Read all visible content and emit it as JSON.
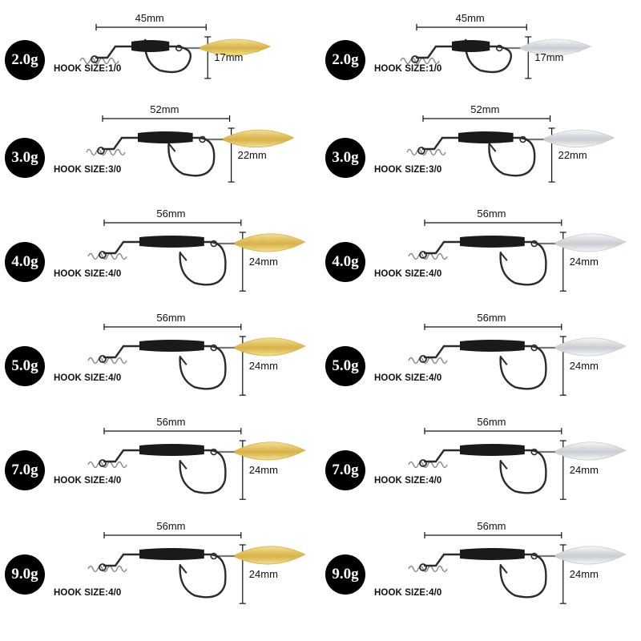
{
  "colors": {
    "gold": "#d8b24a",
    "gold_light": "#f3df94",
    "silver": "#c9ccd1",
    "silver_light": "#f6f7f9",
    "hook": "#2b2b2b",
    "weight": "#1a1a1a",
    "badge": "#000000"
  },
  "columns": [
    {
      "blade_finish": "gold"
    },
    {
      "blade_finish": "silver"
    }
  ],
  "rows": [
    {
      "weight": "2.0g",
      "hook_size": "HOOK SIZE:1/0",
      "length": "45mm",
      "height": "17mm",
      "length_mm": 45,
      "height_mm": 17
    },
    {
      "weight": "3.0g",
      "hook_size": "HOOK SIZE:3/0",
      "length": "52mm",
      "height": "22mm",
      "length_mm": 52,
      "height_mm": 22
    },
    {
      "weight": "4.0g",
      "hook_size": "HOOK SIZE:4/0",
      "length": "56mm",
      "height": "24mm",
      "length_mm": 56,
      "height_mm": 24
    },
    {
      "weight": "5.0g",
      "hook_size": "HOOK SIZE:4/0",
      "length": "56mm",
      "height": "24mm",
      "length_mm": 56,
      "height_mm": 24
    },
    {
      "weight": "7.0g",
      "hook_size": "HOOK SIZE:4/0",
      "length": "56mm",
      "height": "24mm",
      "length_mm": 56,
      "height_mm": 24
    },
    {
      "weight": "9.0g",
      "hook_size": "HOOK SIZE:4/0",
      "length": "56mm",
      "height": "24mm",
      "length_mm": 56,
      "height_mm": 24
    }
  ]
}
